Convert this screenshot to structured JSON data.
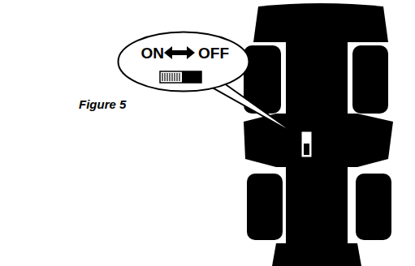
{
  "diagram": {
    "caption": "Figure 5",
    "nodes": [
      {
        "text": [
          "ON",
          "OFF"
        ]
      }
    ]
  }
}
